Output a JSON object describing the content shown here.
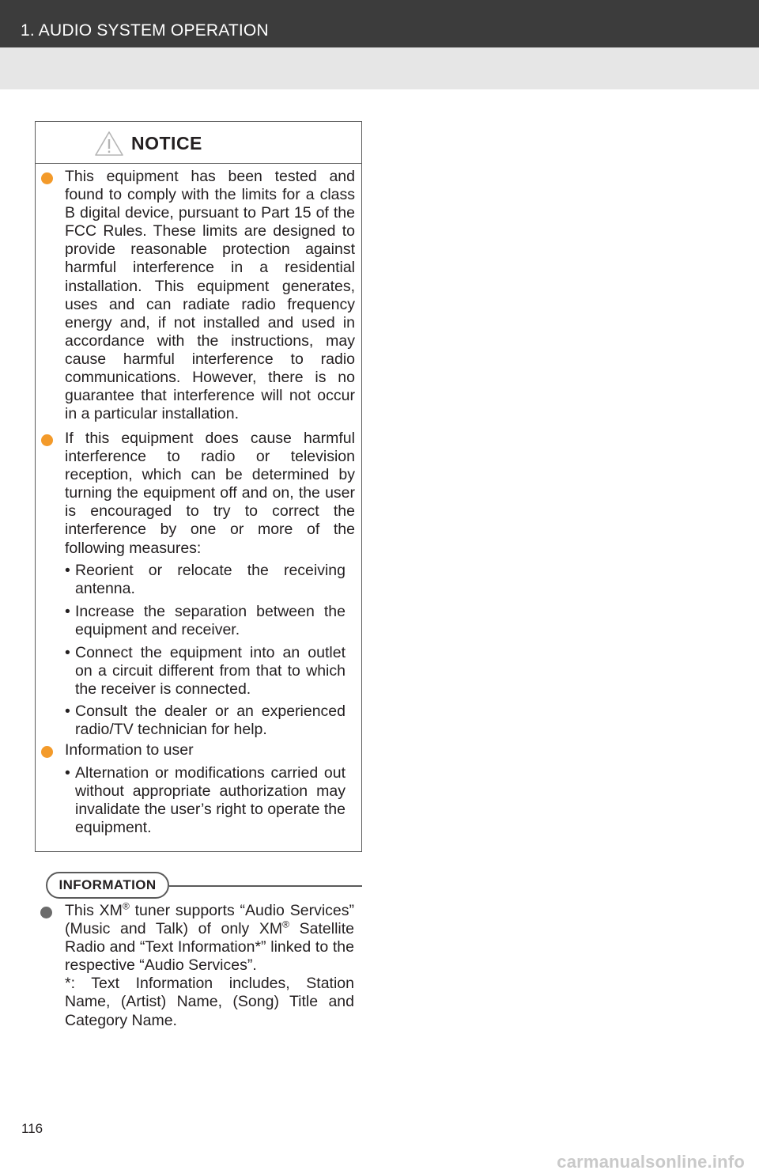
{
  "header": {
    "section_title": "1. AUDIO SYSTEM OPERATION",
    "background": "#3c3c3c",
    "band_color": "#e6e6e6"
  },
  "notice": {
    "title": "NOTICE",
    "icon": "warning-triangle-icon",
    "bullet_color": "#f39a2a",
    "items": [
      {
        "text": "This equipment has been tested and found to comply with the limits for a class B digital device, pursuant to Part 15 of the FCC Rules. These limits are designed to provide reasonable protection against harmful interference in a residential installation. This equipment generates, uses and can radiate radio frequency energy and, if not installed and used in accordance with the instructions, may cause harmful interference to radio communications. However, there is no guarantee that interference will not occur in a particular installation."
      },
      {
        "text": "If this equipment does cause harmful interference to radio or television reception, which can be determined by turning the equipment off and on, the user is encouraged to try to correct the interference by one or more of the following measures:",
        "subitems": [
          "Reorient or relocate the receiving antenna.",
          "Increase the separation between the equipment and receiver.",
          "Connect the equipment into an outlet on a circuit different from that to which the receiver is connected.",
          "Consult the dealer or an experienced radio/TV technician for help."
        ]
      },
      {
        "text": "Information to user",
        "subitems": [
          "Alternation or modifications carried out without appropriate authorization may invalidate the user’s right to operate the equipment."
        ]
      }
    ]
  },
  "information": {
    "label": "INFORMATION",
    "bullet_color": "#6b6b6b",
    "text_part1": "This XM",
    "text_part2": " tuner supports “Audio Services” (Music and Talk) of only XM",
    "text_part3": " Satellite Radio and “Text Information*” linked to the respective “Audio Services”.",
    "registered_mark": "®",
    "footnote": "*: Text Information includes, Station Name, (Artist) Name, (Song) Title and Category Name."
  },
  "page_number": "116",
  "watermark": "carmanualsonline.info"
}
